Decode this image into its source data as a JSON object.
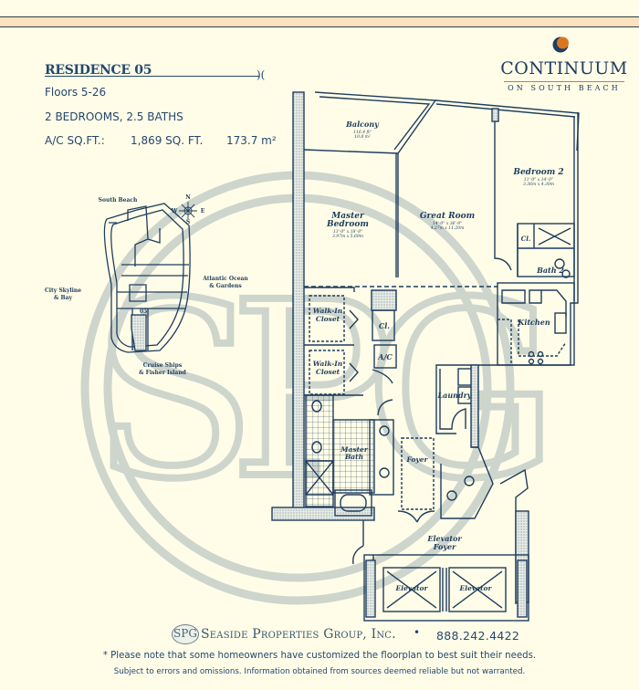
{
  "header": {
    "residence_title": "RESIDENCE 05",
    "title_flourish": ")(",
    "floors": "Floors 5-26",
    "bedrooms_baths": "2 BEDROOMS,  2.5 BATHS",
    "sqft_label": "A/C SQ.FT.:",
    "sqft_value": "1,869 SQ. FT.",
    "metric_value": "173.7 m²"
  },
  "logo": {
    "name": "CONTINUUM",
    "subtitle": "ON SOUTH BEACH",
    "colors": {
      "orange": "#d9771f",
      "navy": "#1d3c63"
    }
  },
  "site_map": {
    "north_label": "South Beach",
    "east_label_1": "Atlantic Ocean",
    "east_label_2": "& Gardens",
    "west_label_1": "City Skyline",
    "west_label_2": "& Bay",
    "south_label_1": "Cruise Ships",
    "south_label_2": "& Fisher Island",
    "unit_marker": "05",
    "compass": {
      "n": "N",
      "s": "S",
      "e": "E",
      "w": "W"
    }
  },
  "floor_plan": {
    "rooms": {
      "balcony": {
        "name": "Balcony",
        "dim1": "116.4 ft²",
        "dim2": "10.8 m²"
      },
      "master_bedroom": {
        "name1": "Master",
        "name2": "Bedroom",
        "dim1": "13'-0\" x 18'-8\"",
        "dim2": "3.97m x 5.69m"
      },
      "great_room": {
        "name": "Great Room",
        "dim1": "14'-0\" x 36'-9\"",
        "dim2": "4.27m x 11.20m"
      },
      "bedroom_2": {
        "name": "Bedroom 2",
        "dim1": "11'-0\" x 14'-0\"",
        "dim2": "3.36m x 4.30m"
      },
      "closet_b2": {
        "name": "Cl."
      },
      "bath_2": {
        "name": "Bath 2"
      },
      "kitchen": {
        "name": "Kitchen"
      },
      "walk_in_closet_1": {
        "name1": "Walk-In",
        "name2": "Closet"
      },
      "walk_in_closet_2": {
        "name1": "Walk-In",
        "name2": "Closet"
      },
      "closet_hall": {
        "name": "Cl."
      },
      "ac": {
        "name": "A/C"
      },
      "laundry": {
        "name": "Laundry"
      },
      "master_bath": {
        "name1": "Master",
        "name2": "Bath"
      },
      "foyer": {
        "name": "Foyer"
      },
      "elevator_foyer": {
        "name1": "Elevator",
        "name2": "Foyer"
      },
      "elevator_1": {
        "name": "Elevator"
      },
      "elevator_2": {
        "name": "Elevator"
      }
    },
    "line_color": "#1f3d5c"
  },
  "watermark": {
    "text": "SPG",
    "color": "#c9d1c9"
  },
  "footer": {
    "badge": "SPG",
    "company": "Seaside Properties Group, Inc.",
    "separator": "•",
    "phone": "888.242.4422",
    "note": "* Please note that some homeowners have customized the floorplan to best suit their needs.",
    "disclaimer": "Subject to errors and omissions. Information obtained from sources deemed reliable but not warranted."
  }
}
